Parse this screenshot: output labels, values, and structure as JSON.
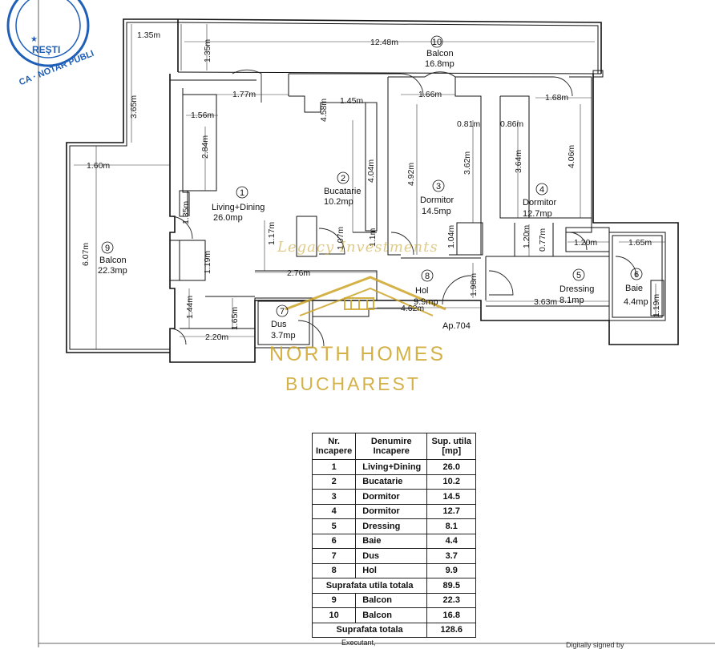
{
  "dimensions": {
    "d1": "1.35m",
    "d2": "12.48m",
    "d3": "1.35m",
    "d4": "3.65m",
    "d5": "1.77m",
    "d6": "1.45m",
    "d7": "1.56m",
    "d8": "4.58m",
    "d9": "1.66m",
    "d10": "1.68m",
    "d11": "0.81m",
    "d12": "0.86m",
    "d13": "2.84m",
    "d14": "4.04m",
    "d15": "4.92m",
    "d16": "3.62m",
    "d17": "3.64m",
    "d18": "4.06m",
    "d19": "1.60m",
    "d20": "6.07m",
    "d21": "1.35m",
    "d22": "1.17m",
    "d23": "1.07m",
    "d24": "1.1m",
    "d25": "1.04m",
    "d26": "1.20m",
    "d27": "0.77m",
    "d28": "1.20m",
    "d29": "1.65m",
    "d30": "1.19m",
    "d31": "2.76m",
    "d32": "1.98m",
    "d33": "4.62m",
    "d34": "3.63m",
    "d35": "1.44m",
    "d36": "1.65m",
    "d37": "2.20m",
    "d38": "1.19m"
  },
  "rooms": [
    {
      "nr": "1",
      "name": "Living+Dining",
      "area": "26.0mp"
    },
    {
      "nr": "2",
      "name": "Bucatarie",
      "area": "10.2mp"
    },
    {
      "nr": "3",
      "name": "Dormitor",
      "area": "14.5mp"
    },
    {
      "nr": "4",
      "name": "Dormitor",
      "area": "12.7mp"
    },
    {
      "nr": "5",
      "name": "Dressing",
      "area": "8.1mp"
    },
    {
      "nr": "6",
      "name": "Baie",
      "area": "4.4mp"
    },
    {
      "nr": "7",
      "name": "Dus",
      "area": "3.7mp"
    },
    {
      "nr": "8",
      "name": "Hol",
      "area": "9.9mp"
    },
    {
      "nr": "9",
      "name": "Balcon",
      "area": "22.3mp"
    },
    {
      "nr": "10",
      "name": "Balcon",
      "area": "16.8mp"
    }
  ],
  "apartment_label": "Ap.704",
  "stamp": {
    "line1": "REŞTI",
    "line2": "CA · NOTAR PUBLI"
  },
  "watermark": {
    "legacy": "Legacy Investments",
    "brand_line1": "NORTH HOMES",
    "brand_line2": "BUCHAREST"
  },
  "table": {
    "headers": {
      "nr": "Nr. Incapere",
      "name": "Denumire Incapere",
      "area": "Sup. utila [mp]"
    },
    "rows": [
      {
        "nr": "1",
        "name": "Living+Dining",
        "area": "26.0"
      },
      {
        "nr": "2",
        "name": "Bucatarie",
        "area": "10.2"
      },
      {
        "nr": "3",
        "name": "Dormitor",
        "area": "14.5"
      },
      {
        "nr": "4",
        "name": "Dormitor",
        "area": "12.7"
      },
      {
        "nr": "5",
        "name": "Dressing",
        "area": "8.1"
      },
      {
        "nr": "6",
        "name": "Baie",
        "area": "4.4"
      },
      {
        "nr": "7",
        "name": "Dus",
        "area": "3.7"
      },
      {
        "nr": "8",
        "name": "Hol",
        "area": "9.9"
      }
    ],
    "subtotal": {
      "label": "Suprafata utila totala",
      "area": "89.5"
    },
    "balcony_rows": [
      {
        "nr": "9",
        "name": "Balcon",
        "area": "22.3"
      },
      {
        "nr": "10",
        "name": "Balcon",
        "area": "16.8"
      }
    ],
    "total": {
      "label": "Suprafata totala",
      "area": "128.6"
    },
    "executant": "Executant,"
  },
  "footer_text": "Digitally signed by",
  "colors": {
    "line": "#111111",
    "watermark_gold": "#cda528",
    "stamp_blue": "#1f5fb8"
  }
}
